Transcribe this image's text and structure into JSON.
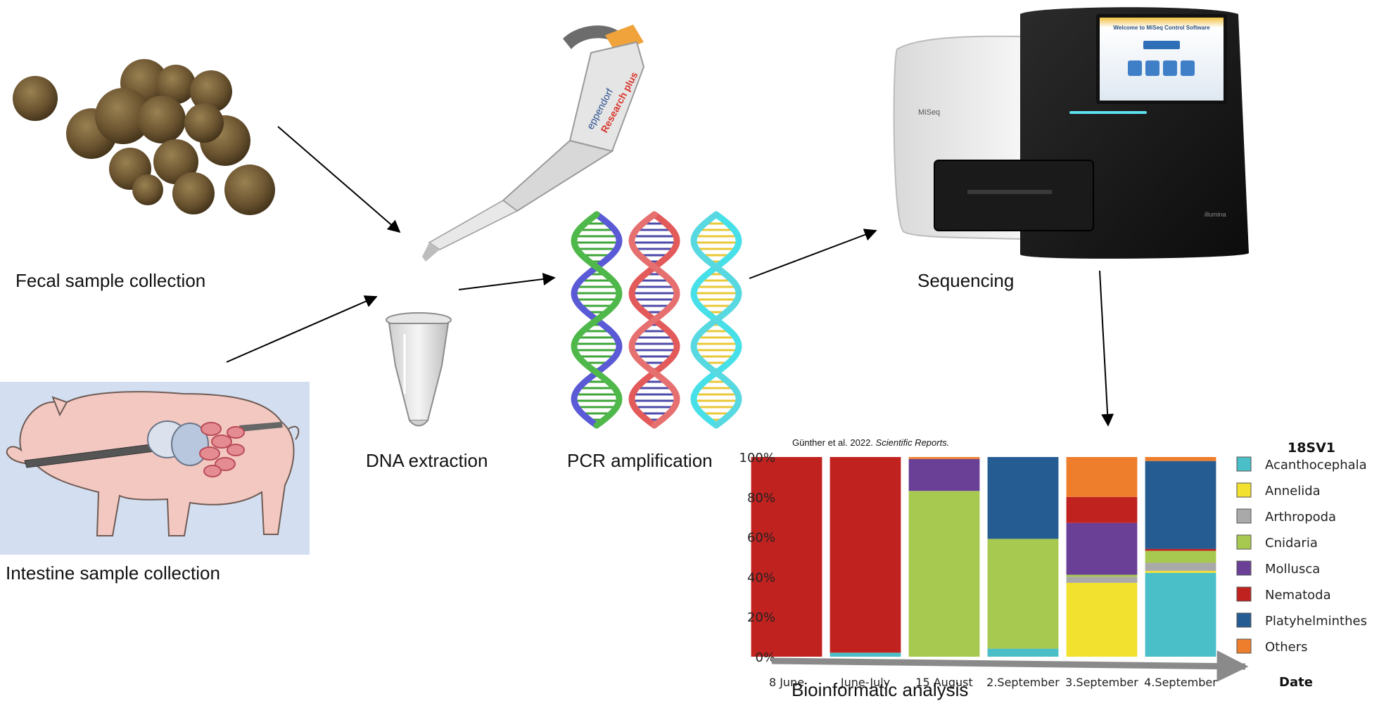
{
  "labels": {
    "fecal": "Fecal sample collection",
    "intestine": "Intestine sample collection",
    "dna": "DNA extraction",
    "pcr": "PCR amplification",
    "sequencing": "Sequencing",
    "bioinformatic": "Bioinformatic analysis"
  },
  "instrument": {
    "brand": "MiSeq",
    "screen_title": "Welcome to MiSeq Control Software",
    "maker": "illumina"
  },
  "pipette": {
    "brand": "eppendorf",
    "model": "Research plus"
  },
  "citation": {
    "authors": "Günther et al. 2022.",
    "journal": "Scientific Reports."
  },
  "chart_data": {
    "type": "bar",
    "stacked": true,
    "legend_title": "18SV1",
    "legend_placement": "right",
    "xlabel": "Date",
    "ylabel": "",
    "ylim": [
      0,
      100
    ],
    "yticks": [
      "0%",
      "20%",
      "40%",
      "60%",
      "80%",
      "100%"
    ],
    "grid": false,
    "categories": [
      "8 June",
      "June-July",
      "15 August",
      "2.September",
      "3.September",
      "4.September"
    ],
    "series": [
      {
        "name": "Acanthocephala",
        "color": "#4bbfc8",
        "values": [
          0,
          2,
          0,
          4,
          0,
          42
        ]
      },
      {
        "name": "Annelida",
        "color": "#f3e130",
        "values": [
          0,
          0,
          0,
          0,
          37,
          1
        ]
      },
      {
        "name": "Arthropoda",
        "color": "#a9a9a9",
        "values": [
          0,
          0,
          0,
          0,
          3,
          4
        ]
      },
      {
        "name": "Cnidaria",
        "color": "#a7c94f",
        "values": [
          0,
          0,
          83,
          55,
          1,
          6
        ]
      },
      {
        "name": "Mollusca",
        "color": "#6a3f96",
        "values": [
          0,
          0,
          16,
          0,
          26,
          0
        ]
      },
      {
        "name": "Nematoda",
        "color": "#c0221f",
        "values": [
          100,
          98,
          0,
          0,
          13,
          1
        ]
      },
      {
        "name": "Platyhelminthes",
        "color": "#255c92",
        "values": [
          0,
          0,
          0,
          41,
          0,
          44
        ]
      },
      {
        "name": "Others",
        "color": "#ee7d2c",
        "values": [
          0,
          0,
          1,
          0,
          20,
          2
        ]
      }
    ]
  }
}
